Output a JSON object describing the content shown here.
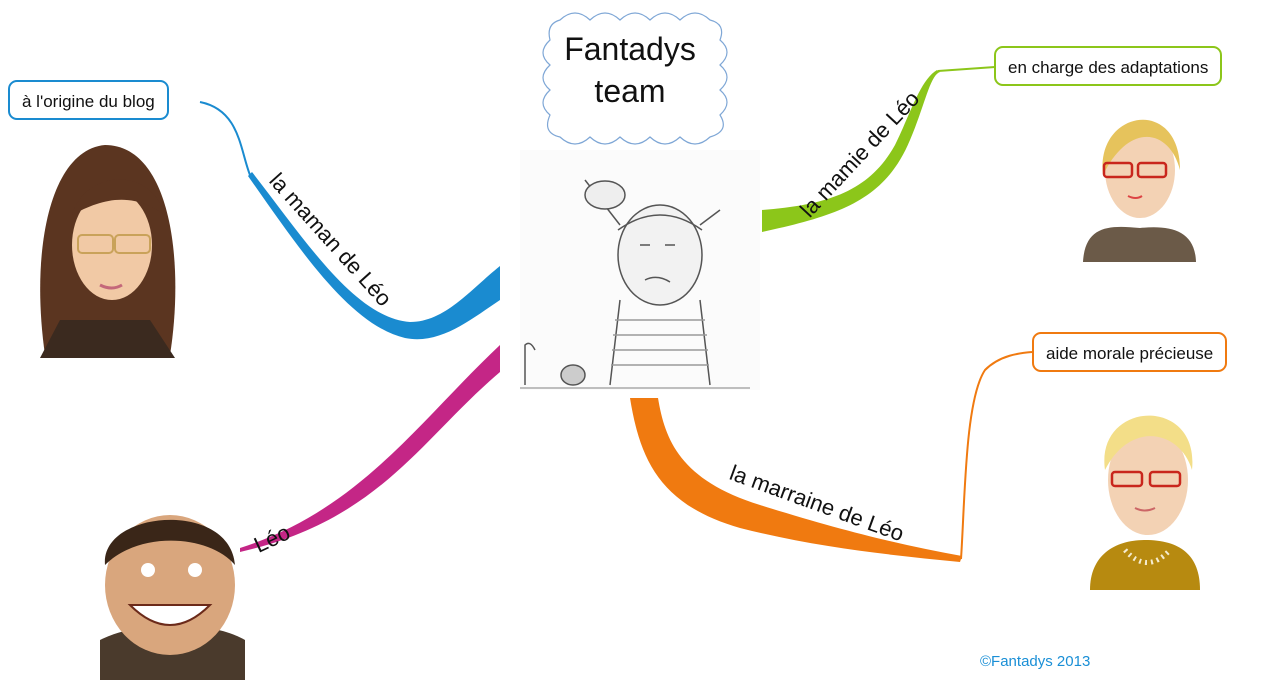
{
  "central": {
    "title_line1": "Fantadys",
    "title_line2": "team"
  },
  "branches": [
    {
      "label": "la maman de Léo",
      "note": "à l'origine du blog",
      "color": "#1a8bd0",
      "avatar": "woman-brown-hair-portrait"
    },
    {
      "label": "la mamie de Léo",
      "note": "en charge des adaptations",
      "color": "#8cc61a",
      "avatar": "woman-blonde-glasses-portrait"
    },
    {
      "label": "Léo",
      "note": null,
      "color": "#c42686",
      "avatar": "smiling-boy-portrait"
    },
    {
      "label": "la marraine de Léo",
      "note": "aide morale précieuse",
      "color": "#f07a10",
      "avatar": "woman-short-blonde-glasses-portrait"
    }
  ],
  "footer": {
    "copyright": "©Fantadys 2013"
  }
}
